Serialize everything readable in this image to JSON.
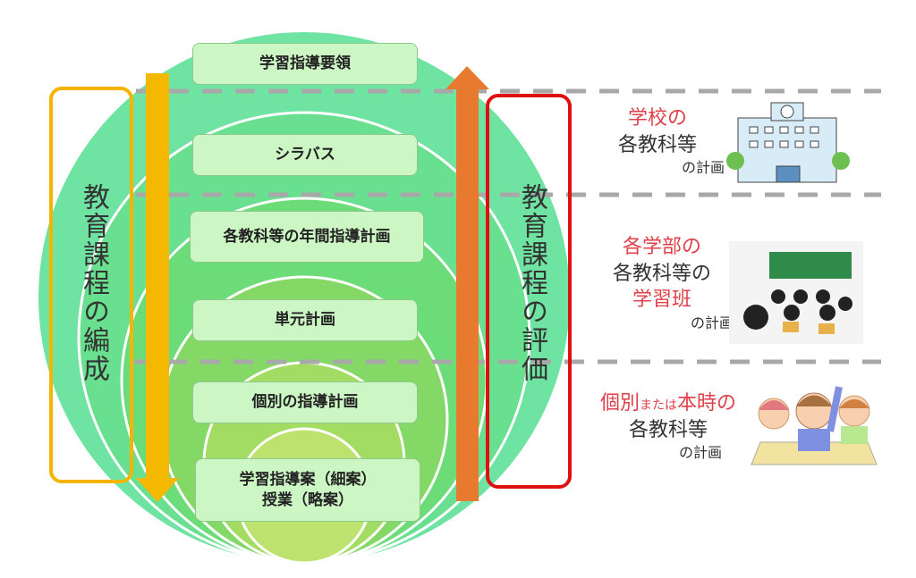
{
  "boxes": [
    {
      "label": "学習指導要領"
    },
    {
      "label": "シラバス"
    },
    {
      "label": "各教科等の年間指導計画"
    },
    {
      "label": "単元計画"
    },
    {
      "label": "個別の指導計画"
    },
    {
      "label_line1": "学習指導案（細案）",
      "label_line2": "授業（略案）"
    }
  ],
  "left_label": "教育課程の編成",
  "right_label": "教育課程の評価",
  "levels": [
    {
      "red": "学校の",
      "main": "各教科等",
      "suffix": "の計画",
      "illustration": "school-building"
    },
    {
      "red": "各学部の",
      "main": "各教科等の",
      "red2": "学習班",
      "suffix": "の計画",
      "illustration": "classroom"
    },
    {
      "red_a": "個別",
      "red_small": "または",
      "red_b": "本時の",
      "main": "各教科等",
      "suffix": "の計画",
      "illustration": "students-raising-hands"
    }
  ],
  "colors": {
    "down_arrow": "#f5b800",
    "up_arrow": "#e87a30",
    "left_frame": "#f5b400",
    "right_frame": "#e01010",
    "dash": "#a8a8a8"
  }
}
